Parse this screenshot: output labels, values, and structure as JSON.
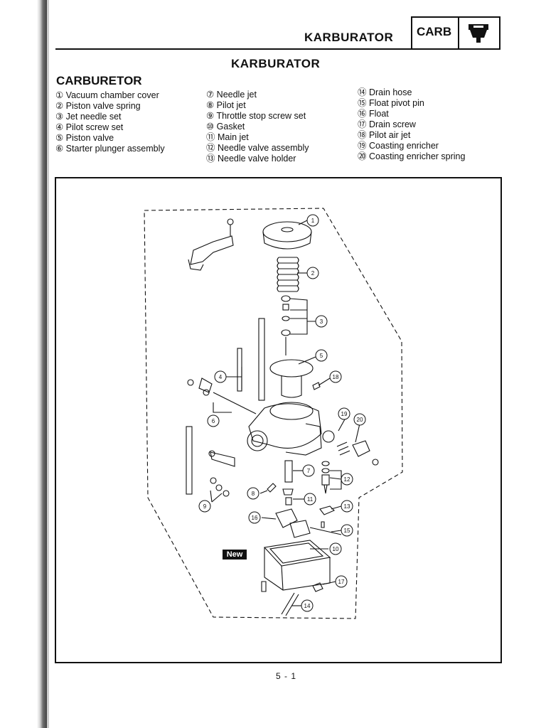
{
  "header": {
    "title": "KARBURATOR",
    "tab_label": "CARB",
    "tab_icon": "carburetor-icon"
  },
  "page_title": "KARBURATOR",
  "section_title": "CARBURETOR",
  "parts": {
    "col1": [
      "① Vacuum chamber cover",
      "② Piston valve spring",
      "③ Jet needle set",
      "④ Pilot screw set",
      "⑤ Piston valve",
      "⑥ Starter plunger assembly"
    ],
    "col2": [
      "⑦ Needle jet",
      "⑧ Pilot jet",
      "⑨ Throttle stop screw set",
      "⑩ Gasket",
      "⑪ Main jet",
      "⑫ Needle valve assembly",
      "⑬ Needle valve holder"
    ],
    "col3": [
      "⑭ Drain hose",
      "⑮ Float pivot pin",
      "⑯ Float",
      "⑰ Drain screw",
      "⑱ Pilot air jet",
      "⑲ Coasting enricher",
      "⑳ Coasting enricher spring"
    ]
  },
  "diagram": {
    "new_badge": "New",
    "callouts": [
      "1",
      "2",
      "3",
      "4",
      "5",
      "6",
      "7",
      "8",
      "9",
      "10",
      "11",
      "12",
      "13",
      "14",
      "15",
      "16",
      "17",
      "18",
      "19",
      "20"
    ]
  },
  "page_number": "5 - 1"
}
